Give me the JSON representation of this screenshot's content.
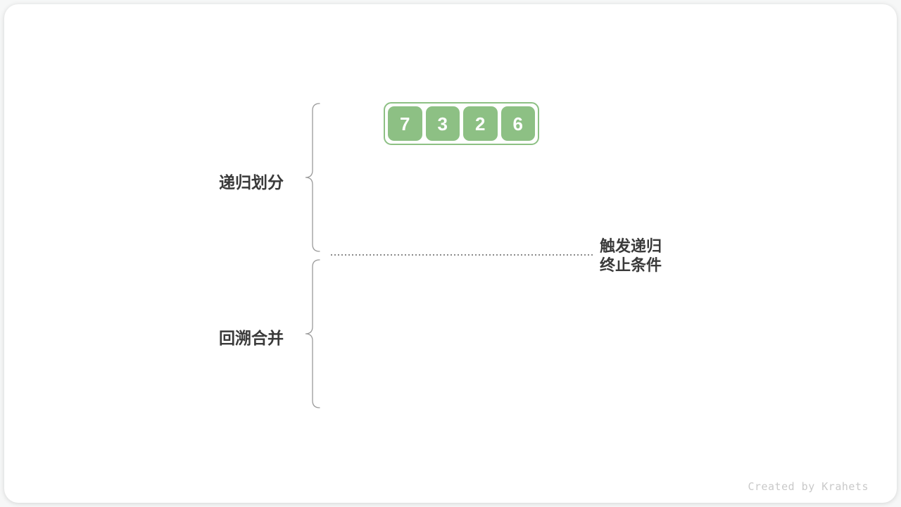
{
  "diagram": {
    "array": {
      "values": [
        "7",
        "3",
        "2",
        "6"
      ]
    },
    "labels": {
      "top_phase": "递归划分",
      "bottom_phase": "回溯合并",
      "annotation_line1": "触发递归",
      "annotation_line2": "终止条件"
    },
    "watermark": "Created by Krahets"
  },
  "colors": {
    "cell_green": "#8dc084",
    "label_text": "#3a3a3a",
    "brace_stroke": "#9a9a9a",
    "dotted_line": "#8a8a8a",
    "watermark_text": "#c9c9c9"
  }
}
